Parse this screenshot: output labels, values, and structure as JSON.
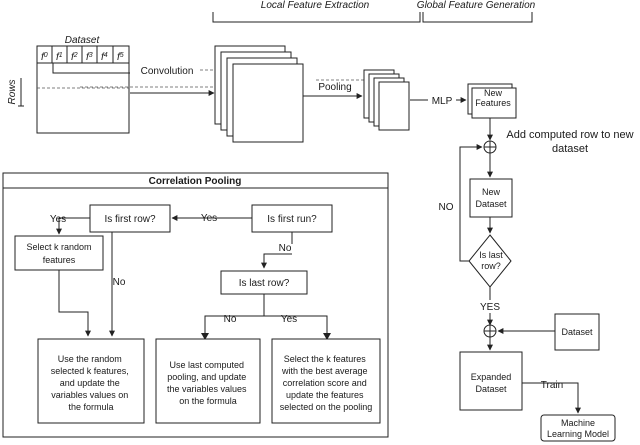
{
  "header": {
    "local": "Local Feature Extraction",
    "global": "Global Feature Generation"
  },
  "dataset": {
    "title": "Dataset",
    "columns": [
      {
        "base": "f",
        "sub": "0"
      },
      {
        "base": "f",
        "sub": "1"
      },
      {
        "base": "f",
        "sub": "2"
      },
      {
        "base": "f",
        "sub": "3"
      },
      {
        "base": "f",
        "sub": "4"
      },
      {
        "base": "f",
        "sub": "5"
      }
    ],
    "rows_label": "Rows"
  },
  "pipeline": {
    "convolution": "Convolution",
    "pooling": "Pooling",
    "mlp": "MLP",
    "new_features": [
      "New",
      "Features"
    ],
    "add_row": [
      "Add computed row to new",
      "dataset"
    ],
    "new_dataset": [
      "New",
      "Dataset"
    ],
    "is_last_row": [
      "Is last",
      "row?"
    ],
    "no": "NO",
    "yes": "YES",
    "dataset2": "Dataset",
    "expanded": [
      "Expanded",
      "Dataset"
    ],
    "train": "Train",
    "ml_model": [
      "Machine",
      "Learning Model"
    ]
  },
  "correlation": {
    "title": "Correlation Pooling",
    "is_first_row": "Is first row?",
    "is_first_run": "Is first run?",
    "yes": "Yes",
    "no": "No",
    "is_last_row": "Is last row?",
    "select_random": [
      "Select k random",
      "features"
    ],
    "box1": [
      "Use the random",
      "selected k features,",
      "and update the",
      "variables values on",
      "the formula"
    ],
    "box2": [
      "Use last computed",
      "pooling, and update",
      "the variables values",
      "on the formula"
    ],
    "box3": [
      "Select the k features",
      "with the best average",
      "correlation score and",
      "update the features",
      "selected on the pooling"
    ]
  }
}
